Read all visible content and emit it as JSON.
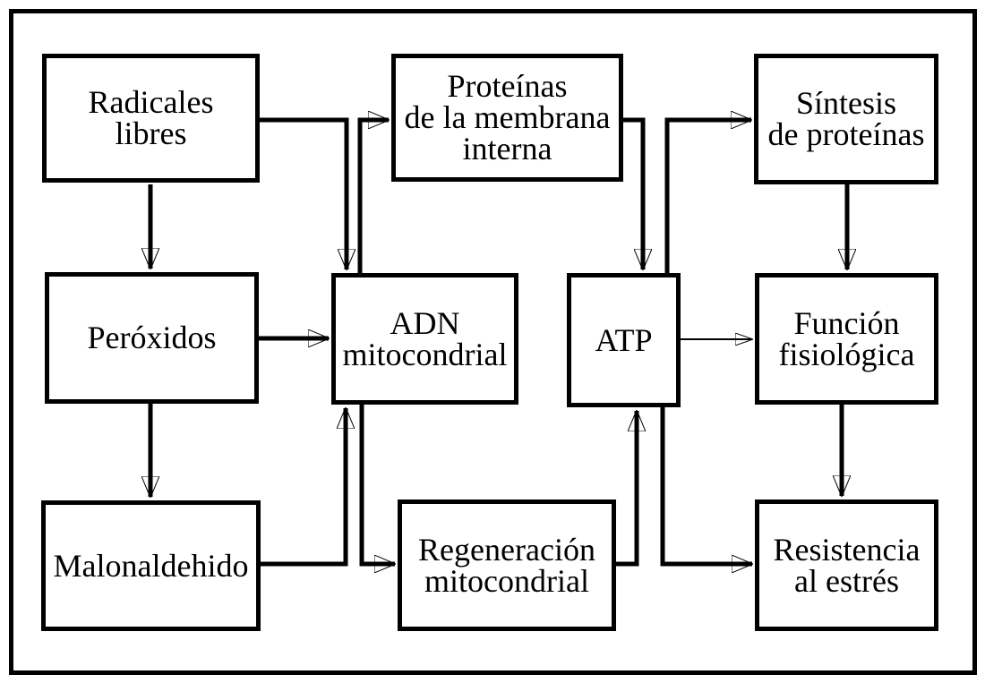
{
  "diagram": {
    "boxes": {
      "radicales_libres": {
        "lines": [
          "Radicales",
          "libres"
        ]
      },
      "proteinas_membrana_interna": {
        "lines": [
          "Proteínas",
          "de la membrana",
          "interna"
        ]
      },
      "sintesis_proteinas": {
        "lines": [
          "Síntesis",
          "de proteínas"
        ]
      },
      "peroxidos": {
        "lines": [
          "Peróxidos"
        ]
      },
      "adn_mitocondrial": {
        "lines": [
          "ADN",
          "mitocondrial"
        ]
      },
      "atp": {
        "lines": [
          "ATP"
        ]
      },
      "funcion_fisiologica": {
        "lines": [
          "Función",
          "fisiológica"
        ]
      },
      "malonaldehido": {
        "lines": [
          "Malonaldehido"
        ]
      },
      "regeneracion_mitocondrial": {
        "lines": [
          "Regeneración",
          "mitocondrial"
        ]
      },
      "resistencia_al_estres": {
        "lines": [
          "Resistencia",
          "al estrés"
        ]
      }
    },
    "edges": [
      {
        "from": "radicales_libres",
        "to": "peroxidos",
        "style": "thick"
      },
      {
        "from": "radicales_libres",
        "to": "adn_mitocondrial",
        "style": "thick"
      },
      {
        "from": "adn_mitocondrial",
        "to": "proteinas_membrana_interna",
        "style": "thick"
      },
      {
        "from": "peroxidos",
        "to": "adn_mitocondrial",
        "style": "thick"
      },
      {
        "from": "peroxidos",
        "to": "malonaldehido",
        "style": "thick"
      },
      {
        "from": "malonaldehido",
        "to": "adn_mitocondrial",
        "style": "thick"
      },
      {
        "from": "adn_mitocondrial",
        "to": "regeneracion_mitocondrial",
        "style": "thick"
      },
      {
        "from": "proteinas_membrana_interna",
        "to": "atp",
        "style": "thick"
      },
      {
        "from": "atp",
        "to": "sintesis_proteinas",
        "style": "thick"
      },
      {
        "from": "regeneracion_mitocondrial",
        "to": "atp",
        "style": "thick"
      },
      {
        "from": "atp",
        "to": "resistencia_al_estres",
        "style": "thick"
      },
      {
        "from": "atp",
        "to": "funcion_fisiologica",
        "style": "thin"
      },
      {
        "from": "sintesis_proteinas",
        "to": "funcion_fisiologica",
        "style": "thick"
      },
      {
        "from": "funcion_fisiologica",
        "to": "resistencia_al_estres",
        "style": "thick"
      }
    ],
    "colors": {
      "stroke": "#000000",
      "text": "#000000",
      "background": "#ffffff"
    }
  }
}
